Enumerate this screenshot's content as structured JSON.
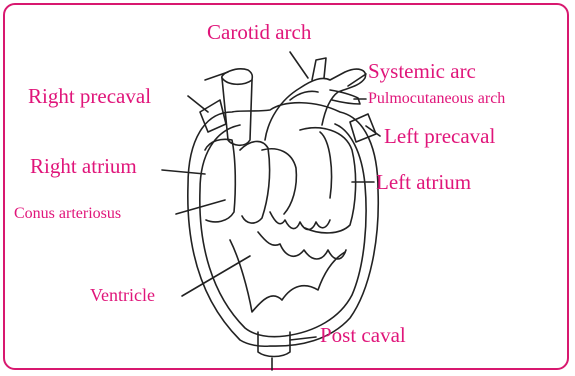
{
  "labels": {
    "carotid_arch": "Carotid arch",
    "systemic_arc": "Systemic arc",
    "pulmocutaneous_arch": "Pulmocutaneous arch",
    "right_precaval": "Right precaval",
    "left_precaval": "Left precaval",
    "right_atrium": "Right atrium",
    "left_atrium": "Left atrium",
    "conus_arteriosus": "Conus arteriosus",
    "ventricle": "Ventricle",
    "post_caval": "Post caval"
  },
  "colors": {
    "label": "#e0157a",
    "border": "#d8186f",
    "line": "#222222"
  }
}
